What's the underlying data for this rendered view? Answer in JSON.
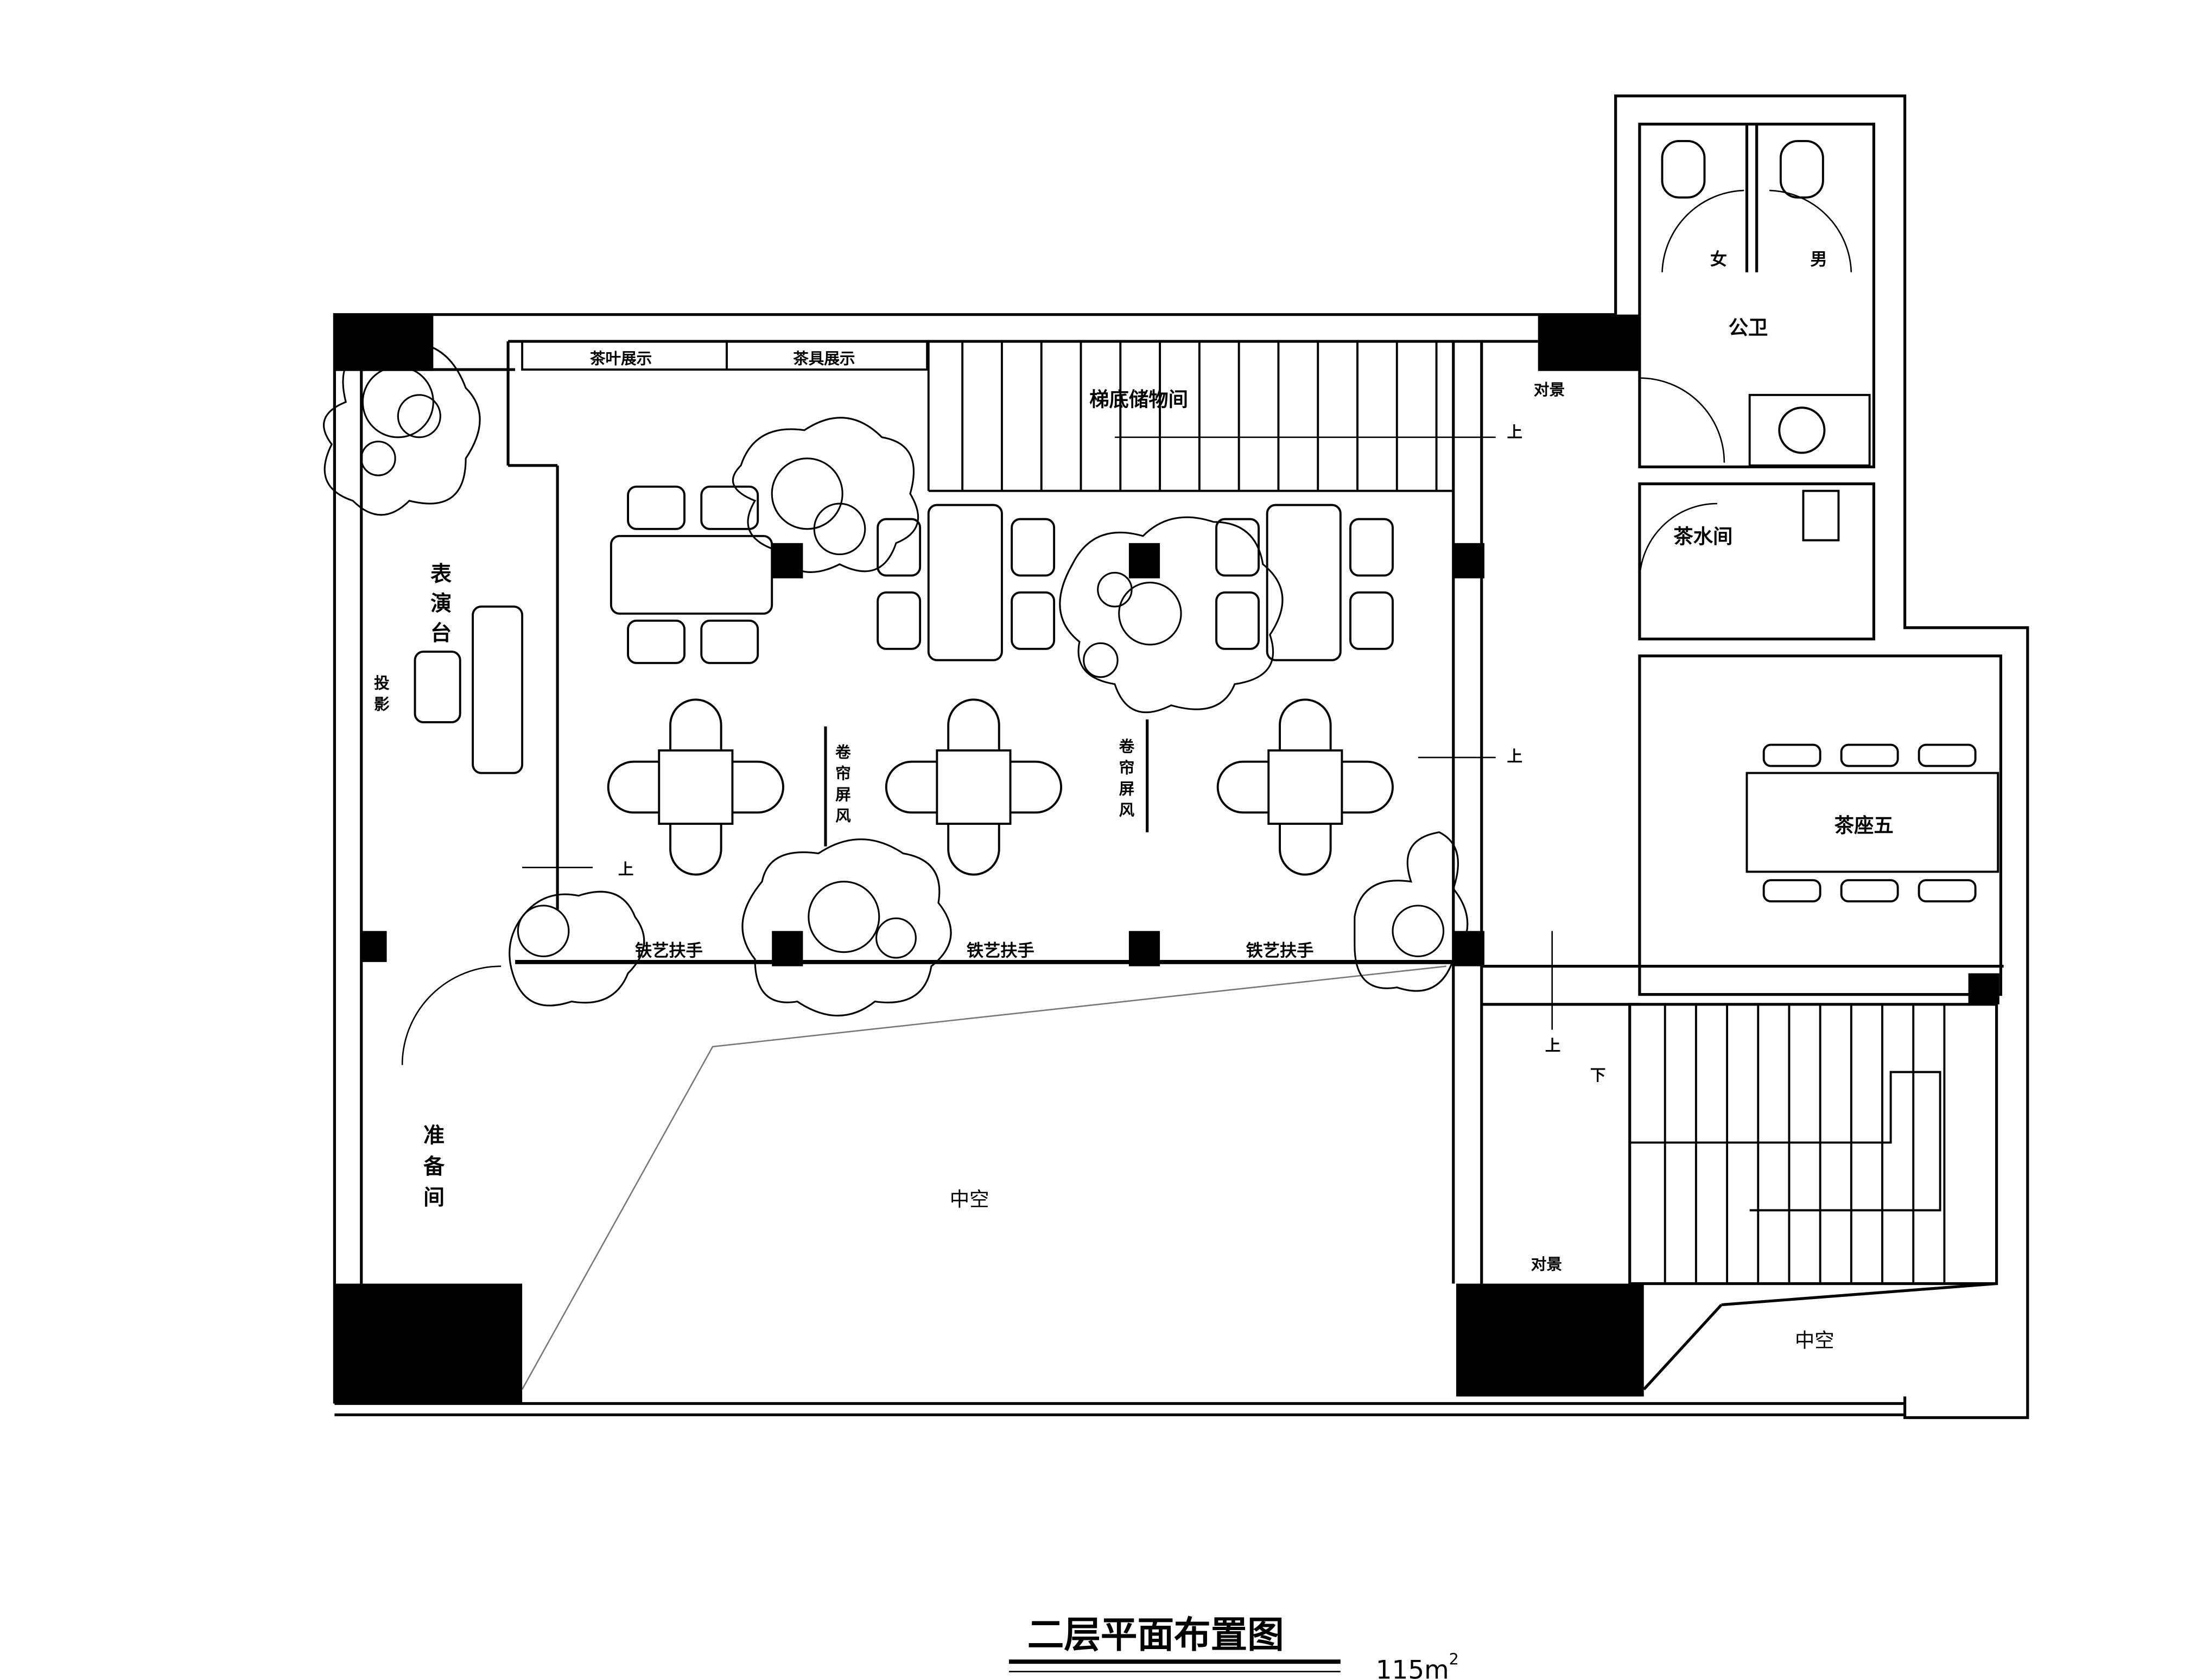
{
  "title": "二层平面布置图",
  "area": {
    "value": "115m",
    "sup": "2"
  },
  "rooms": {
    "stage": "表演台",
    "stage_chars": [
      "表",
      "演",
      "台"
    ],
    "projection_chars": [
      "投",
      "影"
    ],
    "prep_chars": [
      "准",
      "备",
      "间"
    ],
    "stair_storage": "梯底储物间",
    "tea_leaf_display": "茶叶展示",
    "teaware_display": "茶具展示",
    "restroom": "公卫",
    "female": "女",
    "male": "男",
    "pantry": "茶水间",
    "tea_seat_five": "茶座五",
    "void_main": "中空",
    "void_side": "中空",
    "view_wall_top": "对景",
    "view_wall_bottom": "对景",
    "curtain_screen_chars": [
      "卷",
      "帘",
      "屏",
      "风"
    ],
    "railing": "铁艺扶手",
    "up": "上",
    "down": "下"
  }
}
